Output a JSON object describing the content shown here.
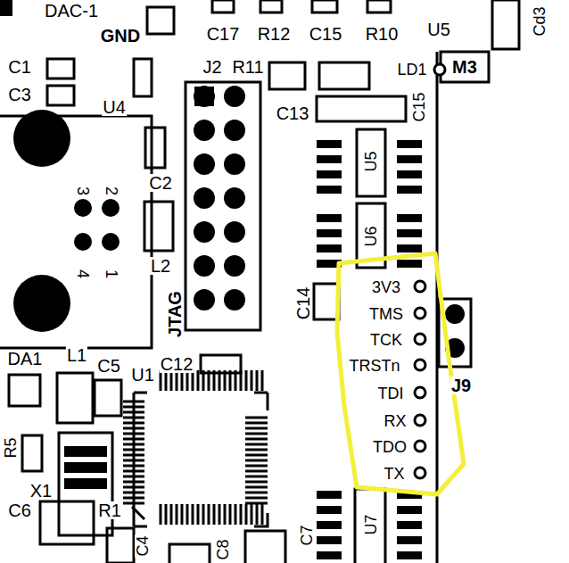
{
  "diagram": {
    "labels": [
      "DAC-1",
      "GND",
      "C17",
      "R12",
      "C15",
      "R10",
      "U5",
      "Cd3",
      "M3",
      "C1",
      "C3",
      "U4",
      "J2",
      "R11",
      "LD1",
      "C13",
      "C15",
      "U5",
      "C2",
      "3",
      "2",
      "4",
      "1",
      "L2",
      "U6",
      "C14",
      "JTAG",
      "3V3",
      "TMS",
      "TCK",
      "TRSTn",
      "TDI",
      "RX",
      "TDO",
      "TX",
      "J9",
      "DA1",
      "L1",
      "C5",
      "U1",
      "C12",
      "R5",
      "X1",
      "C6",
      "R1",
      "C4",
      "C8",
      "C7",
      "U7"
    ]
  }
}
